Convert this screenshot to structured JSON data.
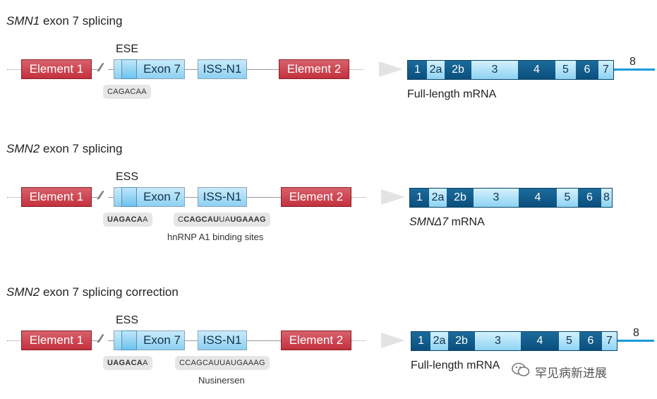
{
  "panels": [
    {
      "title_gene": "SMN1",
      "title_rest": " exon 7 splicing",
      "element1": "Element 1",
      "element2": "Element 2",
      "exon7": "Exon 7",
      "issn1": "ISS-N1",
      "motif_label": "ESE",
      "seq1": "CAGACAA",
      "mrna_label": "Full-length mRNA",
      "mrna_segments": [
        "1",
        "2a",
        "2b",
        "3",
        "4",
        "5",
        "6",
        "7"
      ],
      "tail_label": "8"
    },
    {
      "title_gene": "SMN2",
      "title_rest": " exon 7 splicing",
      "element1": "Element 1",
      "element2": "Element 2",
      "exon7": "Exon 7",
      "issn1": "ISS-N1",
      "motif_label": "ESS",
      "seq1_bold": "UAGACA",
      "seq1_rest": "A",
      "seq2_c": "C",
      "seq2_b1": "CAGCAU",
      "seq2_m": "UA",
      "seq2_b2": "UGAAAG",
      "seq2_caption": "hnRNP A1 binding sites",
      "mrna_label_gene": "SMNΔ7",
      "mrna_label_rest": " mRNA",
      "mrna_segments": [
        "1",
        "2a",
        "2b",
        "3",
        "4",
        "5",
        "6",
        "8"
      ]
    },
    {
      "title_gene": "SMN2",
      "title_rest": " exon 7 splicing correction",
      "element1": "Element 1",
      "element2": "Element 2",
      "exon7": "Exon 7",
      "issn1": "ISS-N1",
      "motif_label": "ESS",
      "seq1_bold": "UAGACA",
      "seq1_rest": "A",
      "seq2": "CCAGCAUUAUGAAAG",
      "seq2_caption": "Nusinersen",
      "mrna_label": "Full-length mRNA",
      "mrna_segments": [
        "1",
        "2a",
        "2b",
        "3",
        "4",
        "5",
        "6",
        "7"
      ],
      "tail_label": "8"
    }
  ],
  "watermark": "罕见病新进展",
  "colors": {
    "element_red": "#c4313e",
    "exon_light_blue": "#8dd0f2",
    "exon_dark_blue": "#0b4f7e",
    "tail_blue": "#1a9bdb",
    "arrow_grey": "#e3e3e3"
  }
}
